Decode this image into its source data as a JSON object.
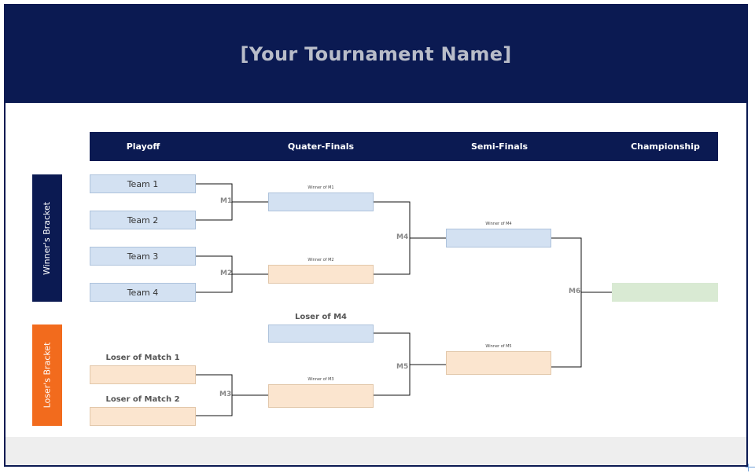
{
  "page": {
    "title": "[Your Tournament Name]"
  },
  "columns": [
    "Playoff",
    "Quater-Finals",
    "Semi-Finals",
    "Championship"
  ],
  "sides": {
    "winners": "Winner's Bracket",
    "losers": "Loser's Bracket"
  },
  "teams": [
    "Team 1",
    "Team 2",
    "Team 3",
    "Team 4"
  ],
  "loser_labels": {
    "m1": "Loser of Match 1",
    "m2": "Loser of Match 2",
    "m4": "Loser of M4"
  },
  "slot_labels": {
    "w1": "Winner of M1",
    "w2": "Winner of M2",
    "w3": "Winner of M3",
    "w4": "Winner of M4",
    "w5": "Winner of M5"
  },
  "matches": {
    "m1": "M1",
    "m2": "M2",
    "m3": "M3",
    "m4": "M4",
    "m5": "M5",
    "m6": "M6"
  },
  "colors": {
    "navy": "#0b1a52",
    "orange": "#f26b1d",
    "blue_slot": "#d3e1f2",
    "peach_slot": "#fbe5cf",
    "green_slot": "#d9ead3"
  }
}
